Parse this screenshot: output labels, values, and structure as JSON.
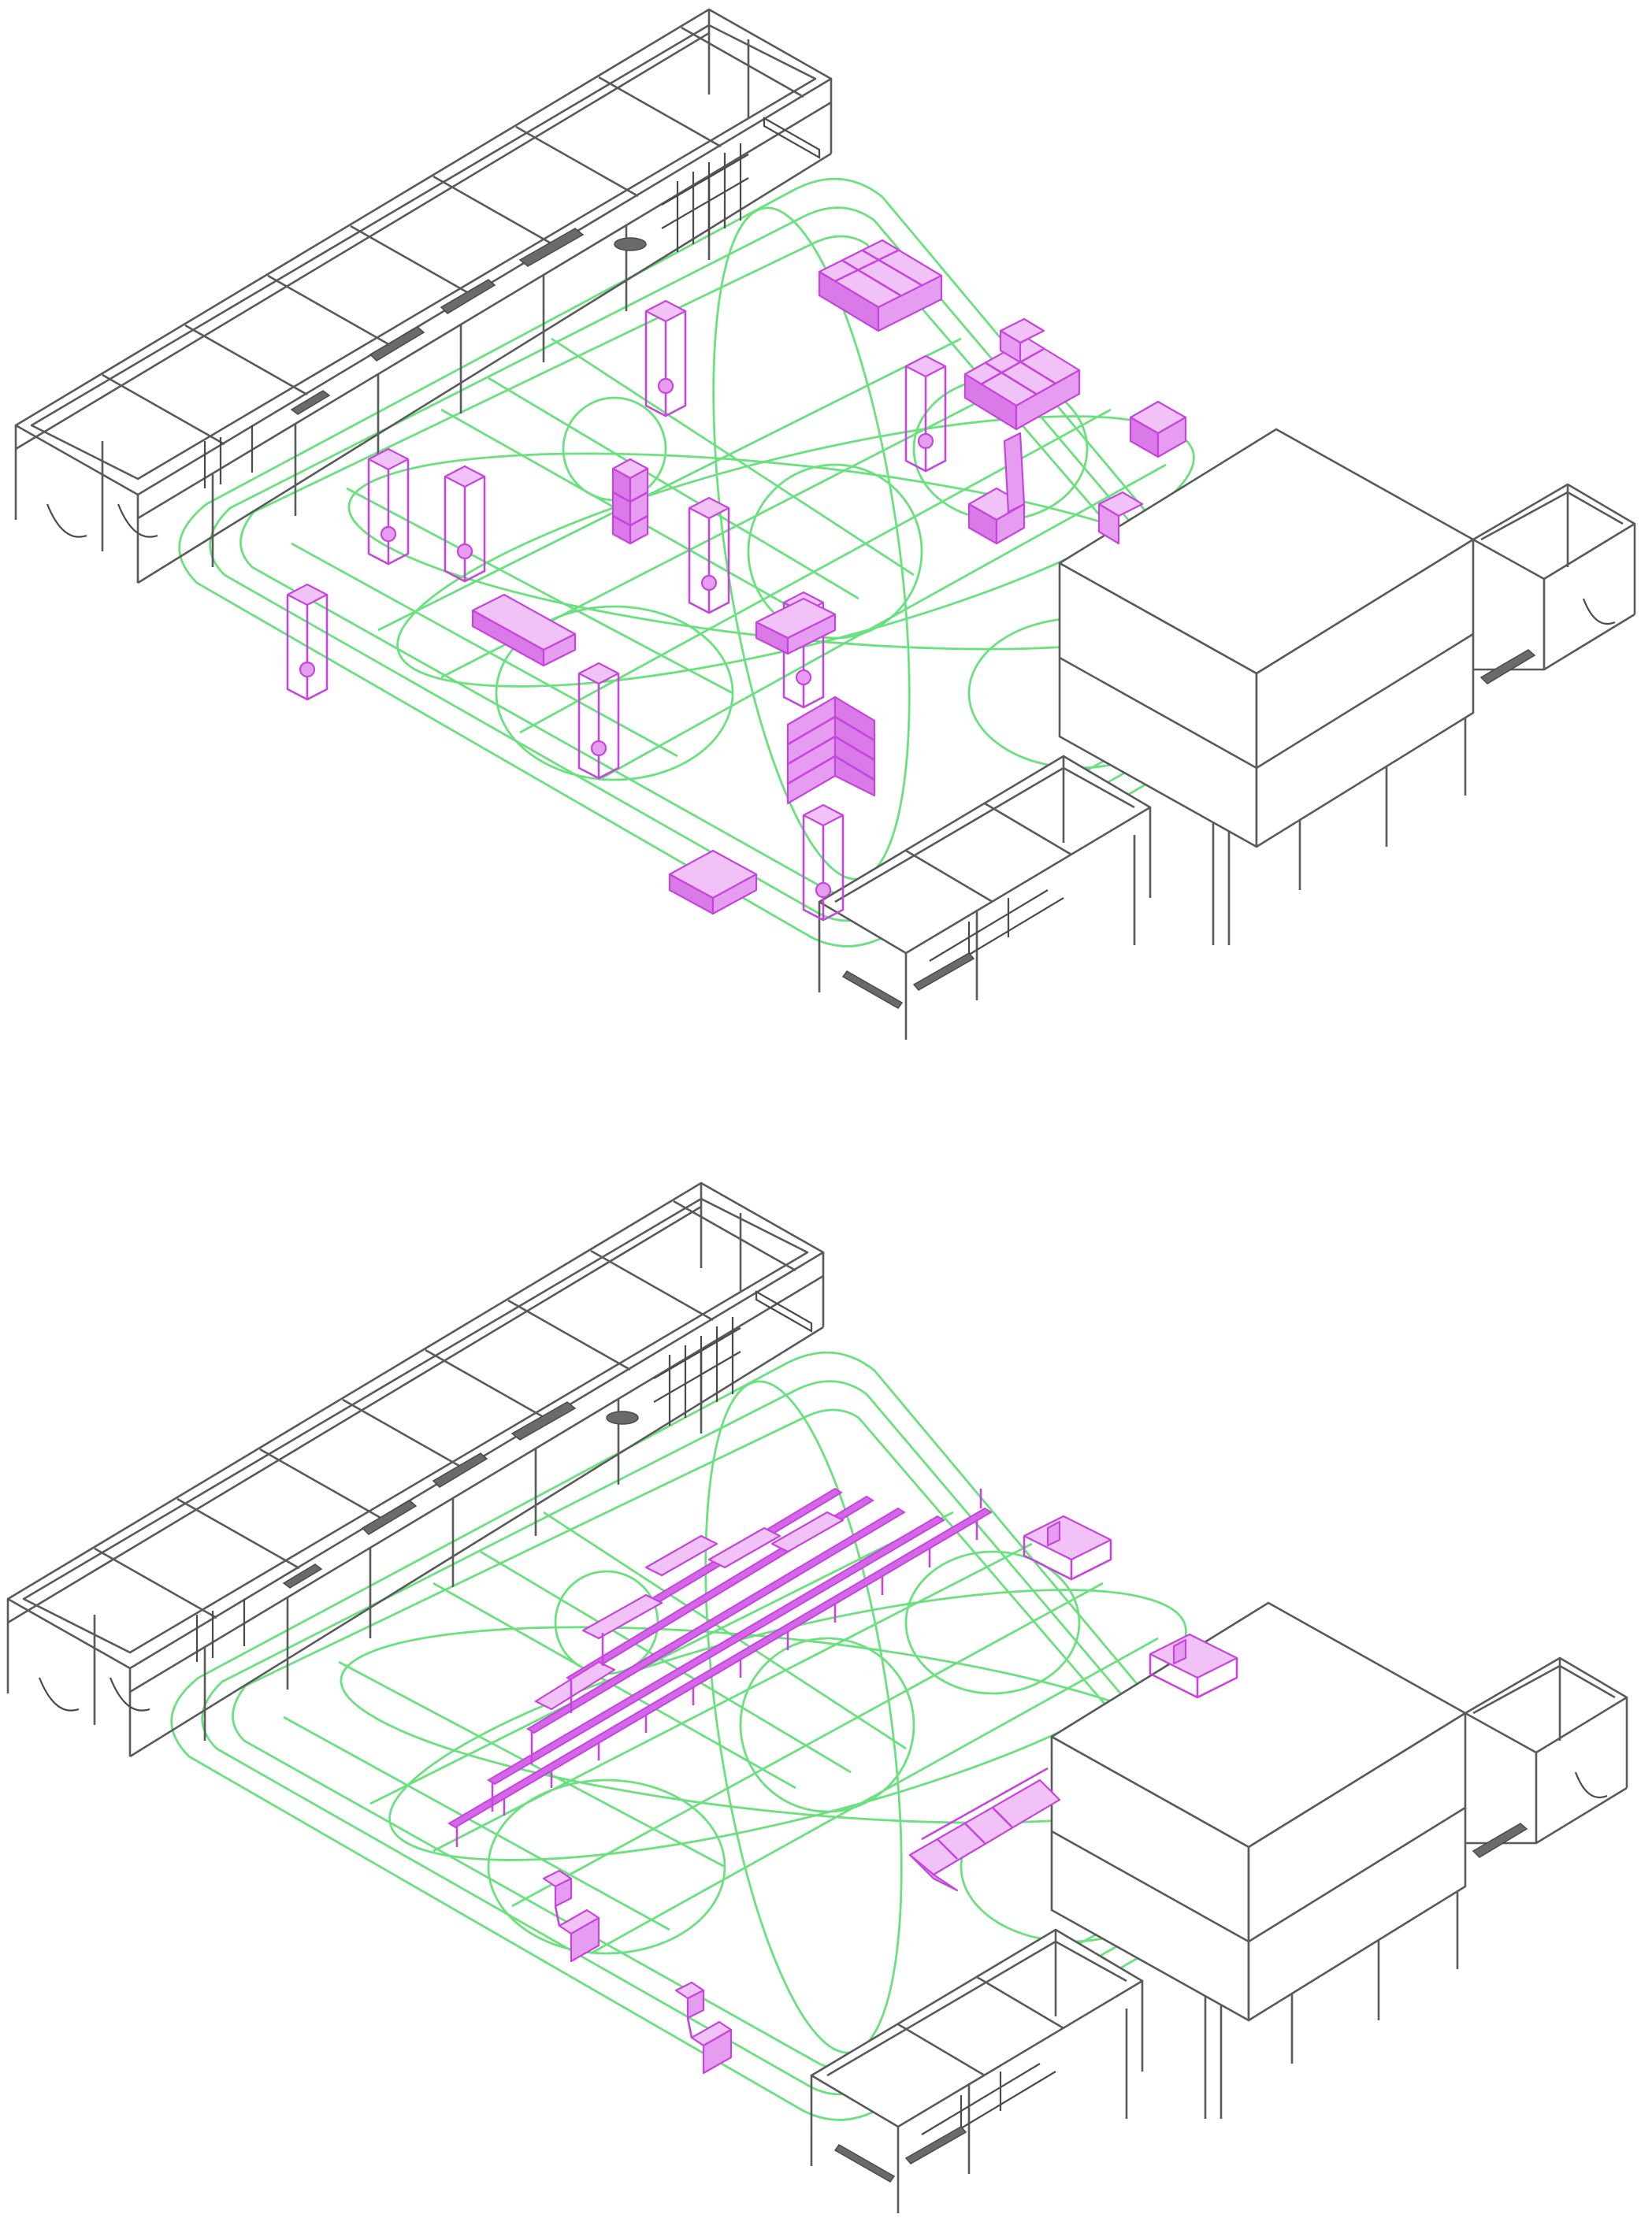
{
  "colors": {
    "structure": "#5a5a5a",
    "track": "#6be07f",
    "module_fill": "#e69cf1",
    "module_stroke": "#c545dd",
    "background": "#ffffff"
  },
  "views": [
    {
      "id": "top-view",
      "module_layout": "scattered-cabinets-and-blocks"
    },
    {
      "id": "bottom-view",
      "module_layout": "tiered-tables-and-benches"
    }
  ]
}
